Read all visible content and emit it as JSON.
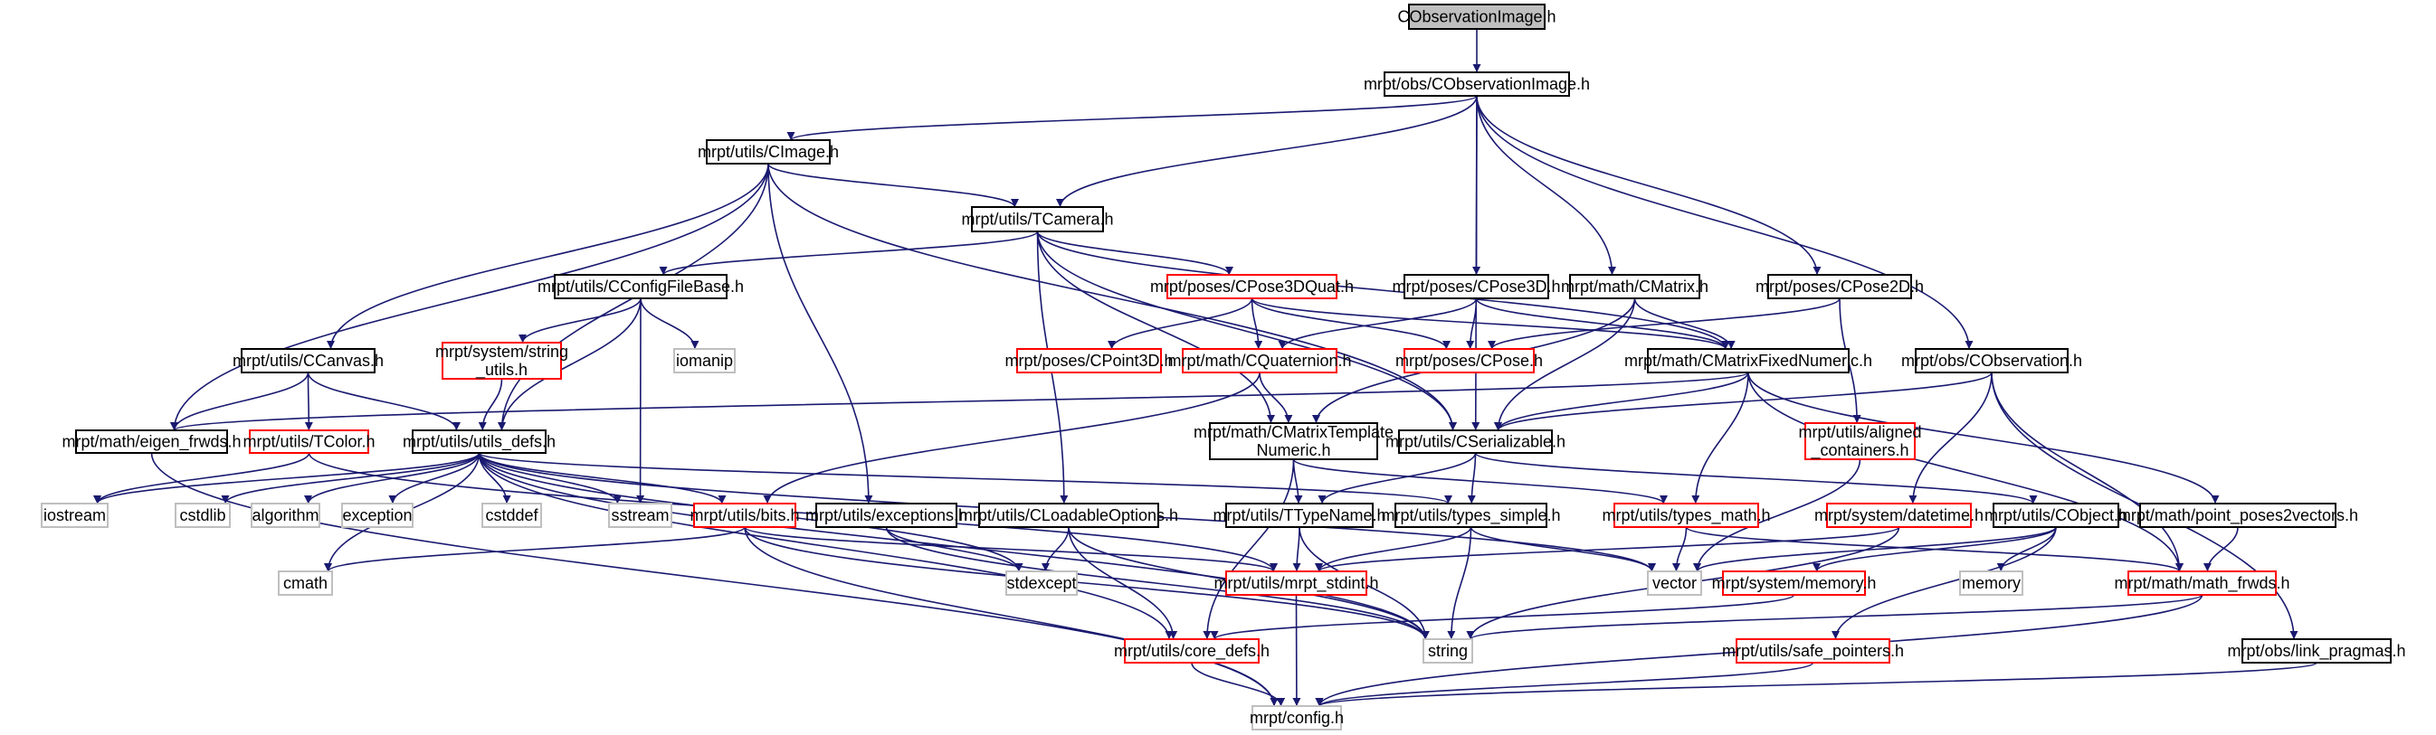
{
  "title": "CObservationImage.h",
  "colors": {
    "edge": "#191970",
    "documented_border": "#000000",
    "truncated_border": "#ff0000",
    "external_border": "#bfbfbf",
    "root_fill": "#bfbfbf"
  },
  "nodes": [
    {
      "id": "root",
      "label": [
        "CObservationImage.h"
      ],
      "kind": "root"
    },
    {
      "id": "obsimg",
      "label": [
        "mrpt/obs/CObservationImage.h"
      ],
      "kind": "doc"
    },
    {
      "id": "cimage",
      "label": [
        "mrpt/utils/CImage.h"
      ],
      "kind": "doc"
    },
    {
      "id": "tcamera",
      "label": [
        "mrpt/utils/TCamera.h"
      ],
      "kind": "doc"
    },
    {
      "id": "cconfig",
      "label": [
        "mrpt/utils/CConfigFileBase.h"
      ],
      "kind": "doc"
    },
    {
      "id": "cpose3dquat",
      "label": [
        "mrpt/poses/CPose3DQuat.h"
      ],
      "kind": "trunc"
    },
    {
      "id": "cpose3d",
      "label": [
        "mrpt/poses/CPose3D.h"
      ],
      "kind": "doc"
    },
    {
      "id": "cmatrix",
      "label": [
        "mrpt/math/CMatrix.h"
      ],
      "kind": "doc"
    },
    {
      "id": "cpose2d",
      "label": [
        "mrpt/poses/CPose2D.h"
      ],
      "kind": "doc"
    },
    {
      "id": "stringutils",
      "label": [
        "mrpt/system/string",
        "_utils.h"
      ],
      "kind": "trunc"
    },
    {
      "id": "iomanip",
      "label": [
        "iomanip"
      ],
      "kind": "ext"
    },
    {
      "id": "ccanvas",
      "label": [
        "mrpt/utils/CCanvas.h"
      ],
      "kind": "doc"
    },
    {
      "id": "cpoint3d",
      "label": [
        "mrpt/poses/CPoint3D.h"
      ],
      "kind": "trunc"
    },
    {
      "id": "cquat",
      "label": [
        "mrpt/math/CQuaternion.h"
      ],
      "kind": "trunc"
    },
    {
      "id": "cpose",
      "label": [
        "mrpt/poses/CPose.h"
      ],
      "kind": "trunc"
    },
    {
      "id": "cmfixed",
      "label": [
        "mrpt/math/CMatrixFixedNumeric.h"
      ],
      "kind": "doc"
    },
    {
      "id": "cobs",
      "label": [
        "mrpt/obs/CObservation.h"
      ],
      "kind": "doc"
    },
    {
      "id": "eigen",
      "label": [
        "mrpt/math/eigen_frwds.h"
      ],
      "kind": "doc"
    },
    {
      "id": "tcolor",
      "label": [
        "mrpt/utils/TColor.h"
      ],
      "kind": "trunc"
    },
    {
      "id": "utilsdefs",
      "label": [
        "mrpt/utils/utils_defs.h"
      ],
      "kind": "doc"
    },
    {
      "id": "cmtn",
      "label": [
        "mrpt/math/CMatrixTemplate",
        "Numeric.h"
      ],
      "kind": "doc"
    },
    {
      "id": "cser",
      "label": [
        "mrpt/utils/CSerializable.h"
      ],
      "kind": "doc"
    },
    {
      "id": "aligned",
      "label": [
        "mrpt/utils/aligned",
        "_containers.h"
      ],
      "kind": "trunc"
    },
    {
      "id": "iostream",
      "label": [
        "iostream"
      ],
      "kind": "ext"
    },
    {
      "id": "cstdlib",
      "label": [
        "cstdlib"
      ],
      "kind": "ext"
    },
    {
      "id": "algorithm",
      "label": [
        "algorithm"
      ],
      "kind": "ext"
    },
    {
      "id": "exception",
      "label": [
        "exception"
      ],
      "kind": "ext"
    },
    {
      "id": "cstddef",
      "label": [
        "cstddef"
      ],
      "kind": "ext"
    },
    {
      "id": "sstream",
      "label": [
        "sstream"
      ],
      "kind": "ext"
    },
    {
      "id": "bits",
      "label": [
        "mrpt/utils/bits.h"
      ],
      "kind": "trunc"
    },
    {
      "id": "exceptions",
      "label": [
        "mrpt/utils/exceptions.h"
      ],
      "kind": "doc"
    },
    {
      "id": "cloadable",
      "label": [
        "mrpt/utils/CLoadableOptions.h"
      ],
      "kind": "doc"
    },
    {
      "id": "ttypename",
      "label": [
        "mrpt/utils/TTypeName.h"
      ],
      "kind": "doc"
    },
    {
      "id": "typessimple",
      "label": [
        "mrpt/utils/types_simple.h"
      ],
      "kind": "doc"
    },
    {
      "id": "typesmath",
      "label": [
        "mrpt/utils/types_math.h"
      ],
      "kind": "trunc"
    },
    {
      "id": "datetime",
      "label": [
        "mrpt/system/datetime.h"
      ],
      "kind": "trunc"
    },
    {
      "id": "cobject",
      "label": [
        "mrpt/utils/CObject.h"
      ],
      "kind": "doc"
    },
    {
      "id": "pp2v",
      "label": [
        "mrpt/math/point_poses2vectors.h"
      ],
      "kind": "doc"
    },
    {
      "id": "cmath",
      "label": [
        "cmath"
      ],
      "kind": "ext"
    },
    {
      "id": "stdexcept",
      "label": [
        "stdexcept"
      ],
      "kind": "ext"
    },
    {
      "id": "stdint",
      "label": [
        "mrpt/utils/mrpt_stdint.h"
      ],
      "kind": "trunc"
    },
    {
      "id": "vector",
      "label": [
        "vector"
      ],
      "kind": "ext"
    },
    {
      "id": "memoryh",
      "label": [
        "mrpt/system/memory.h"
      ],
      "kind": "trunc"
    },
    {
      "id": "memory",
      "label": [
        "memory"
      ],
      "kind": "ext"
    },
    {
      "id": "mathfrwds",
      "label": [
        "mrpt/math/math_frwds.h"
      ],
      "kind": "trunc"
    },
    {
      "id": "coredefs",
      "label": [
        "mrpt/utils/core_defs.h"
      ],
      "kind": "trunc"
    },
    {
      "id": "string",
      "label": [
        "string"
      ],
      "kind": "ext"
    },
    {
      "id": "safeptr",
      "label": [
        "mrpt/utils/safe_pointers.h"
      ],
      "kind": "trunc"
    },
    {
      "id": "linkpragmas",
      "label": [
        "mrpt/obs/link_pragmas.h"
      ],
      "kind": "doc"
    },
    {
      "id": "config",
      "label": [
        "mrpt/config.h"
      ],
      "kind": "ext"
    }
  ],
  "edges": [
    [
      "root",
      "obsimg"
    ],
    [
      "obsimg",
      "cimage"
    ],
    [
      "obsimg",
      "tcamera"
    ],
    [
      "obsimg",
      "cser"
    ],
    [
      "obsimg",
      "cpose3d"
    ],
    [
      "obsimg",
      "cmatrix"
    ],
    [
      "obsimg",
      "cpose2d"
    ],
    [
      "obsimg",
      "cobs"
    ],
    [
      "cimage",
      "tcamera"
    ],
    [
      "cimage",
      "eigen"
    ],
    [
      "cimage",
      "ccanvas"
    ],
    [
      "cimage",
      "utilsdefs"
    ],
    [
      "cimage",
      "cser"
    ],
    [
      "cimage",
      "exceptions"
    ],
    [
      "tcamera",
      "cconfig"
    ],
    [
      "tcamera",
      "cpose3dquat"
    ],
    [
      "tcamera",
      "cmfixed"
    ],
    [
      "tcamera",
      "cser"
    ],
    [
      "tcamera",
      "cmtn"
    ],
    [
      "tcamera",
      "cloadable"
    ],
    [
      "cconfig",
      "stringutils"
    ],
    [
      "cconfig",
      "iomanip"
    ],
    [
      "cconfig",
      "utilsdefs"
    ],
    [
      "cconfig",
      "sstream"
    ],
    [
      "cpose3dquat",
      "cpoint3d"
    ],
    [
      "cpose3dquat",
      "cquat"
    ],
    [
      "cpose3dquat",
      "cpose"
    ],
    [
      "cpose3dquat",
      "cmfixed"
    ],
    [
      "cpose3d",
      "cquat"
    ],
    [
      "cpose3d",
      "cpose"
    ],
    [
      "cpose3d",
      "cmfixed"
    ],
    [
      "cmatrix",
      "cmfixed"
    ],
    [
      "cmatrix",
      "cser"
    ],
    [
      "cmatrix",
      "cmtn"
    ],
    [
      "cpose2d",
      "cpose"
    ],
    [
      "cpose2d",
      "aligned"
    ],
    [
      "cobs",
      "cser"
    ],
    [
      "cobs",
      "datetime"
    ],
    [
      "cobs",
      "mathfrwds"
    ],
    [
      "cobs",
      "linkpragmas"
    ],
    [
      "ccanvas",
      "eigen"
    ],
    [
      "ccanvas",
      "tcolor"
    ],
    [
      "ccanvas",
      "utilsdefs"
    ],
    [
      "stringutils",
      "utilsdefs"
    ],
    [
      "cquat",
      "cmtn"
    ],
    [
      "cquat",
      "bits"
    ],
    [
      "cmfixed",
      "eigen"
    ],
    [
      "cmfixed",
      "cser"
    ],
    [
      "cmfixed",
      "typesmath"
    ],
    [
      "cmfixed",
      "pp2v"
    ],
    [
      "cmfixed",
      "mathfrwds"
    ],
    [
      "eigen",
      "config"
    ],
    [
      "tcolor",
      "iostream"
    ],
    [
      "tcolor",
      "stdint"
    ],
    [
      "utilsdefs",
      "iostream"
    ],
    [
      "utilsdefs",
      "cstdlib"
    ],
    [
      "utilsdefs",
      "algorithm"
    ],
    [
      "utilsdefs",
      "exception"
    ],
    [
      "utilsdefs",
      "cstddef"
    ],
    [
      "utilsdefs",
      "sstream"
    ],
    [
      "utilsdefs",
      "bits"
    ],
    [
      "utilsdefs",
      "cmath"
    ],
    [
      "utilsdefs",
      "stdexcept"
    ],
    [
      "utilsdefs",
      "coredefs"
    ],
    [
      "utilsdefs",
      "string"
    ],
    [
      "utilsdefs",
      "vector"
    ],
    [
      "utilsdefs",
      "typessimple"
    ],
    [
      "cmtn",
      "ttypename"
    ],
    [
      "cmtn",
      "coredefs"
    ],
    [
      "cmtn",
      "typesmath"
    ],
    [
      "cser",
      "ttypename"
    ],
    [
      "cser",
      "typessimple"
    ],
    [
      "cser",
      "cobject"
    ],
    [
      "bits",
      "cmath"
    ],
    [
      "bits",
      "stdint"
    ],
    [
      "bits",
      "string"
    ],
    [
      "bits",
      "config"
    ],
    [
      "exceptions",
      "stdexcept"
    ],
    [
      "exceptions",
      "string"
    ],
    [
      "cloadable",
      "stdexcept"
    ],
    [
      "cloadable",
      "coredefs"
    ],
    [
      "cloadable",
      "string"
    ],
    [
      "ttypename",
      "stdint"
    ],
    [
      "ttypename",
      "string"
    ],
    [
      "typessimple",
      "stdint"
    ],
    [
      "typessimple",
      "string"
    ],
    [
      "typessimple",
      "vector"
    ],
    [
      "typesmath",
      "vector"
    ],
    [
      "typesmath",
      "mathfrwds"
    ],
    [
      "aligned",
      "vector"
    ],
    [
      "datetime",
      "stdint"
    ],
    [
      "datetime",
      "string"
    ],
    [
      "cobject",
      "vector"
    ],
    [
      "cobject",
      "memoryh"
    ],
    [
      "cobject",
      "memory"
    ],
    [
      "cobject",
      "safeptr"
    ],
    [
      "pp2v",
      "mathfrwds"
    ],
    [
      "memoryh",
      "coredefs"
    ],
    [
      "mathfrwds",
      "string"
    ],
    [
      "mathfrwds",
      "config"
    ],
    [
      "coredefs",
      "config"
    ],
    [
      "stdint",
      "config"
    ],
    [
      "safeptr",
      "config"
    ],
    [
      "linkpragmas",
      "config"
    ]
  ]
}
